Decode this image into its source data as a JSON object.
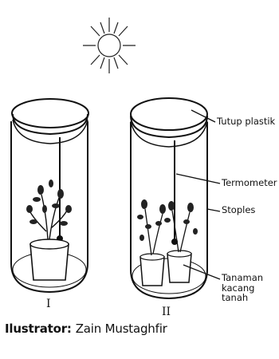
{
  "labels": {
    "lid": "Tutup plastik",
    "thermometer": "Termometer",
    "jar": "Stoples",
    "plant_lines": [
      "Tanaman",
      "kacang",
      "tanah"
    ]
  },
  "jar_numbers": [
    "I",
    "II"
  ],
  "credit": {
    "prefix": "Ilustrator:",
    "name": "Zain Mustaghfir"
  },
  "colors": {
    "ink": "#111111",
    "paper": "#ffffff"
  },
  "icons": {
    "sun": "sun-icon"
  }
}
